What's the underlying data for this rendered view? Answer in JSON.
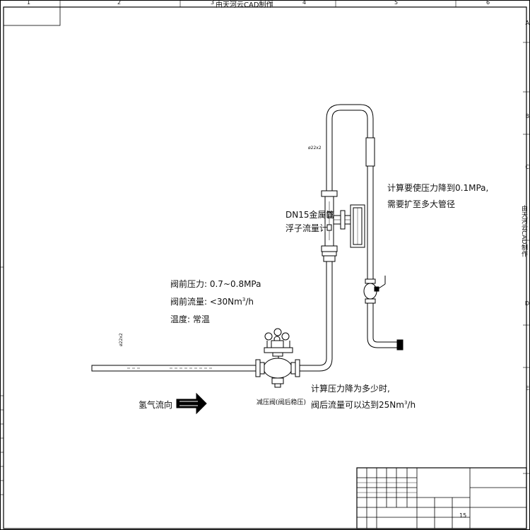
{
  "frame": {
    "column_numbers": [
      "1",
      "2",
      "3",
      "4",
      "5",
      "6"
    ],
    "row_letters": [
      "A",
      "B",
      "C",
      "D",
      "E"
    ],
    "top_watermark": "由天河云CAD制作",
    "side_watermark": "由天河云CAD制作"
  },
  "labels": {
    "pipe_size_upper": "ø22x2",
    "pipe_size_lower": "ø22x2",
    "flowmeter_line1": "DN15金属管",
    "flowmeter_line2": "浮子流量计",
    "note_top_line1": "计算要使压力降到0.1MPa,",
    "note_top_line2": "需要扩至多大管径",
    "inlet_pressure": "阀前压力: 0.7~0.8MPa",
    "inlet_flow_prefix": "阀前流量: <30Nm",
    "inlet_flow_unit": "/h",
    "superscript_3": "3",
    "temperature": "温度: 常温",
    "flow_direction": "氢气流向",
    "valve_name": "减压阀(阀后稳压)",
    "note_bottom_line1": "计算压力降为多少时,",
    "note_bottom_line2_prefix": "阀后流量可以达到25Nm",
    "note_bottom_line2_unit": "/h"
  },
  "title_block": {
    "sheet_number": "15"
  },
  "colors": {
    "line": "#000000",
    "pipe_fill": "#ffffff"
  }
}
